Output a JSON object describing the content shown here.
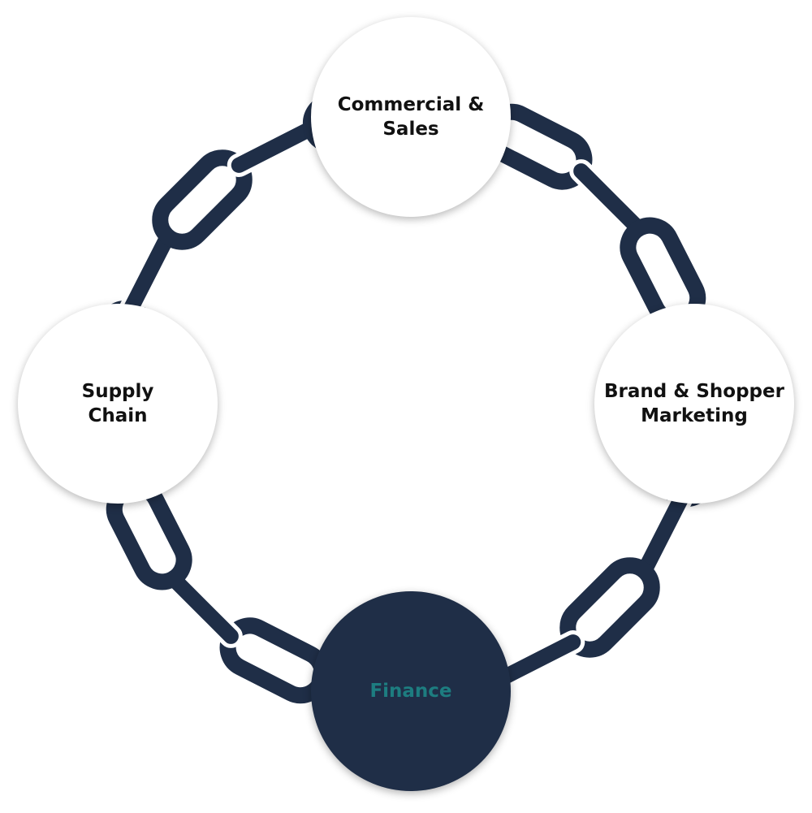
{
  "colors": {
    "chain": "#1f2e47",
    "node_light": "#ffffff",
    "node_dark": "#1f2e47",
    "label_dark_text": "#111111",
    "label_highlight_text": "#1d7d80"
  },
  "nodes": {
    "commercial": {
      "label": "Commercial &\nSales"
    },
    "brand": {
      "label": "Brand & Shopper\nMarketing"
    },
    "finance": {
      "label": "Finance"
    },
    "supply": {
      "label": "Supply\nChain"
    }
  }
}
